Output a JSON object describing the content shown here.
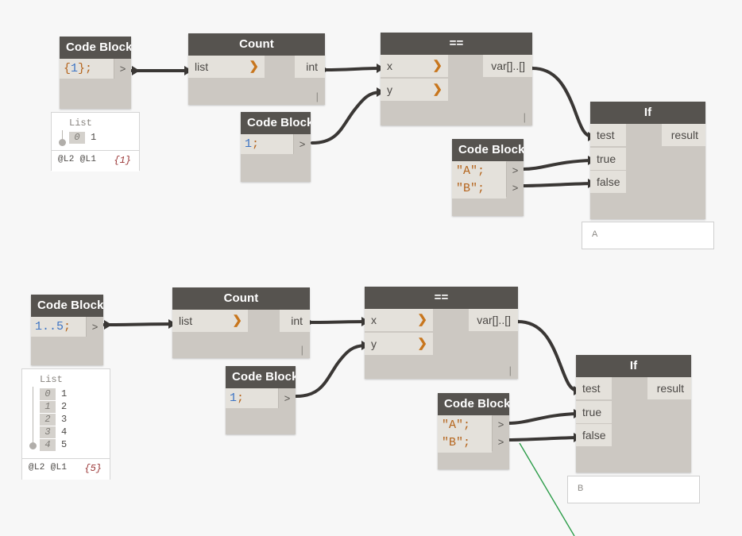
{
  "canvas": {
    "background": "#f7f7f7",
    "node_header_color": "#56534f",
    "node_body_color": "#ccc8c2",
    "port_color": "#e4e1db",
    "wire_color": "#3a3735",
    "active_wire_color": "#2d9d4a"
  },
  "graphs": [
    {
      "id": "top-graph",
      "nodes": {
        "code_block_input": {
          "title": "Code Block",
          "lines": [
            {
              "prefix": "{",
              "number": "1",
              "suffix": "};"
            }
          ],
          "out_port_label": ">"
        },
        "count": {
          "title": "Count",
          "inputs": [
            {
              "label": "list"
            }
          ],
          "outputs": [
            {
              "label": "int"
            }
          ],
          "lacing": "|"
        },
        "code_block_index": {
          "title": "Code Block",
          "lines": [
            {
              "prefix": "",
              "number": "1",
              "suffix": ";"
            }
          ],
          "out_port_label": ">"
        },
        "equals": {
          "title": "==",
          "inputs": [
            {
              "label": "x"
            },
            {
              "label": "y"
            }
          ],
          "outputs": [
            {
              "label": "var[]..[]"
            }
          ],
          "lacing": "|"
        },
        "code_block_strings": {
          "title": "Code Block",
          "lines": [
            {
              "text": "\"A\";",
              "out_port_label": ">"
            },
            {
              "text": "\"B\";",
              "out_port_label": ">"
            }
          ]
        },
        "if_node": {
          "title": "If",
          "inputs": [
            {
              "label": "test"
            },
            {
              "label": "true"
            },
            {
              "label": "false"
            }
          ],
          "outputs": [
            {
              "label": "result"
            }
          ]
        }
      },
      "watch": {
        "title": "List",
        "rows": [
          {
            "index": "0",
            "value": "1"
          }
        ],
        "tags": "@L2 @L1",
        "count": "{1}"
      },
      "preview": {
        "value": "A"
      }
    },
    {
      "id": "bottom-graph",
      "nodes": {
        "code_block_input": {
          "title": "Code Block",
          "lines": [
            {
              "prefix": "",
              "number": "1..5",
              "suffix": ";"
            }
          ],
          "out_port_label": ">"
        },
        "count": {
          "title": "Count",
          "inputs": [
            {
              "label": "list"
            }
          ],
          "outputs": [
            {
              "label": "int"
            }
          ],
          "lacing": "|"
        },
        "code_block_index": {
          "title": "Code Block",
          "lines": [
            {
              "prefix": "",
              "number": "1",
              "suffix": ";"
            }
          ],
          "out_port_label": ">"
        },
        "equals": {
          "title": "==",
          "inputs": [
            {
              "label": "x"
            },
            {
              "label": "y"
            }
          ],
          "outputs": [
            {
              "label": "var[]..[]"
            }
          ],
          "lacing": "|"
        },
        "code_block_strings": {
          "title": "Code Block",
          "lines": [
            {
              "text": "\"A\";",
              "out_port_label": ">"
            },
            {
              "text": "\"B\";",
              "out_port_label": ">"
            }
          ]
        },
        "if_node": {
          "title": "If",
          "inputs": [
            {
              "label": "test"
            },
            {
              "label": "true"
            },
            {
              "label": "false"
            }
          ],
          "outputs": [
            {
              "label": "result"
            }
          ]
        }
      },
      "watch": {
        "title": "List",
        "rows": [
          {
            "index": "0",
            "value": "1"
          },
          {
            "index": "1",
            "value": "2"
          },
          {
            "index": "2",
            "value": "3"
          },
          {
            "index": "3",
            "value": "4"
          },
          {
            "index": "4",
            "value": "5"
          }
        ],
        "tags": "@L2 @L1",
        "count": "{5}"
      },
      "preview": {
        "value": "B"
      }
    }
  ]
}
